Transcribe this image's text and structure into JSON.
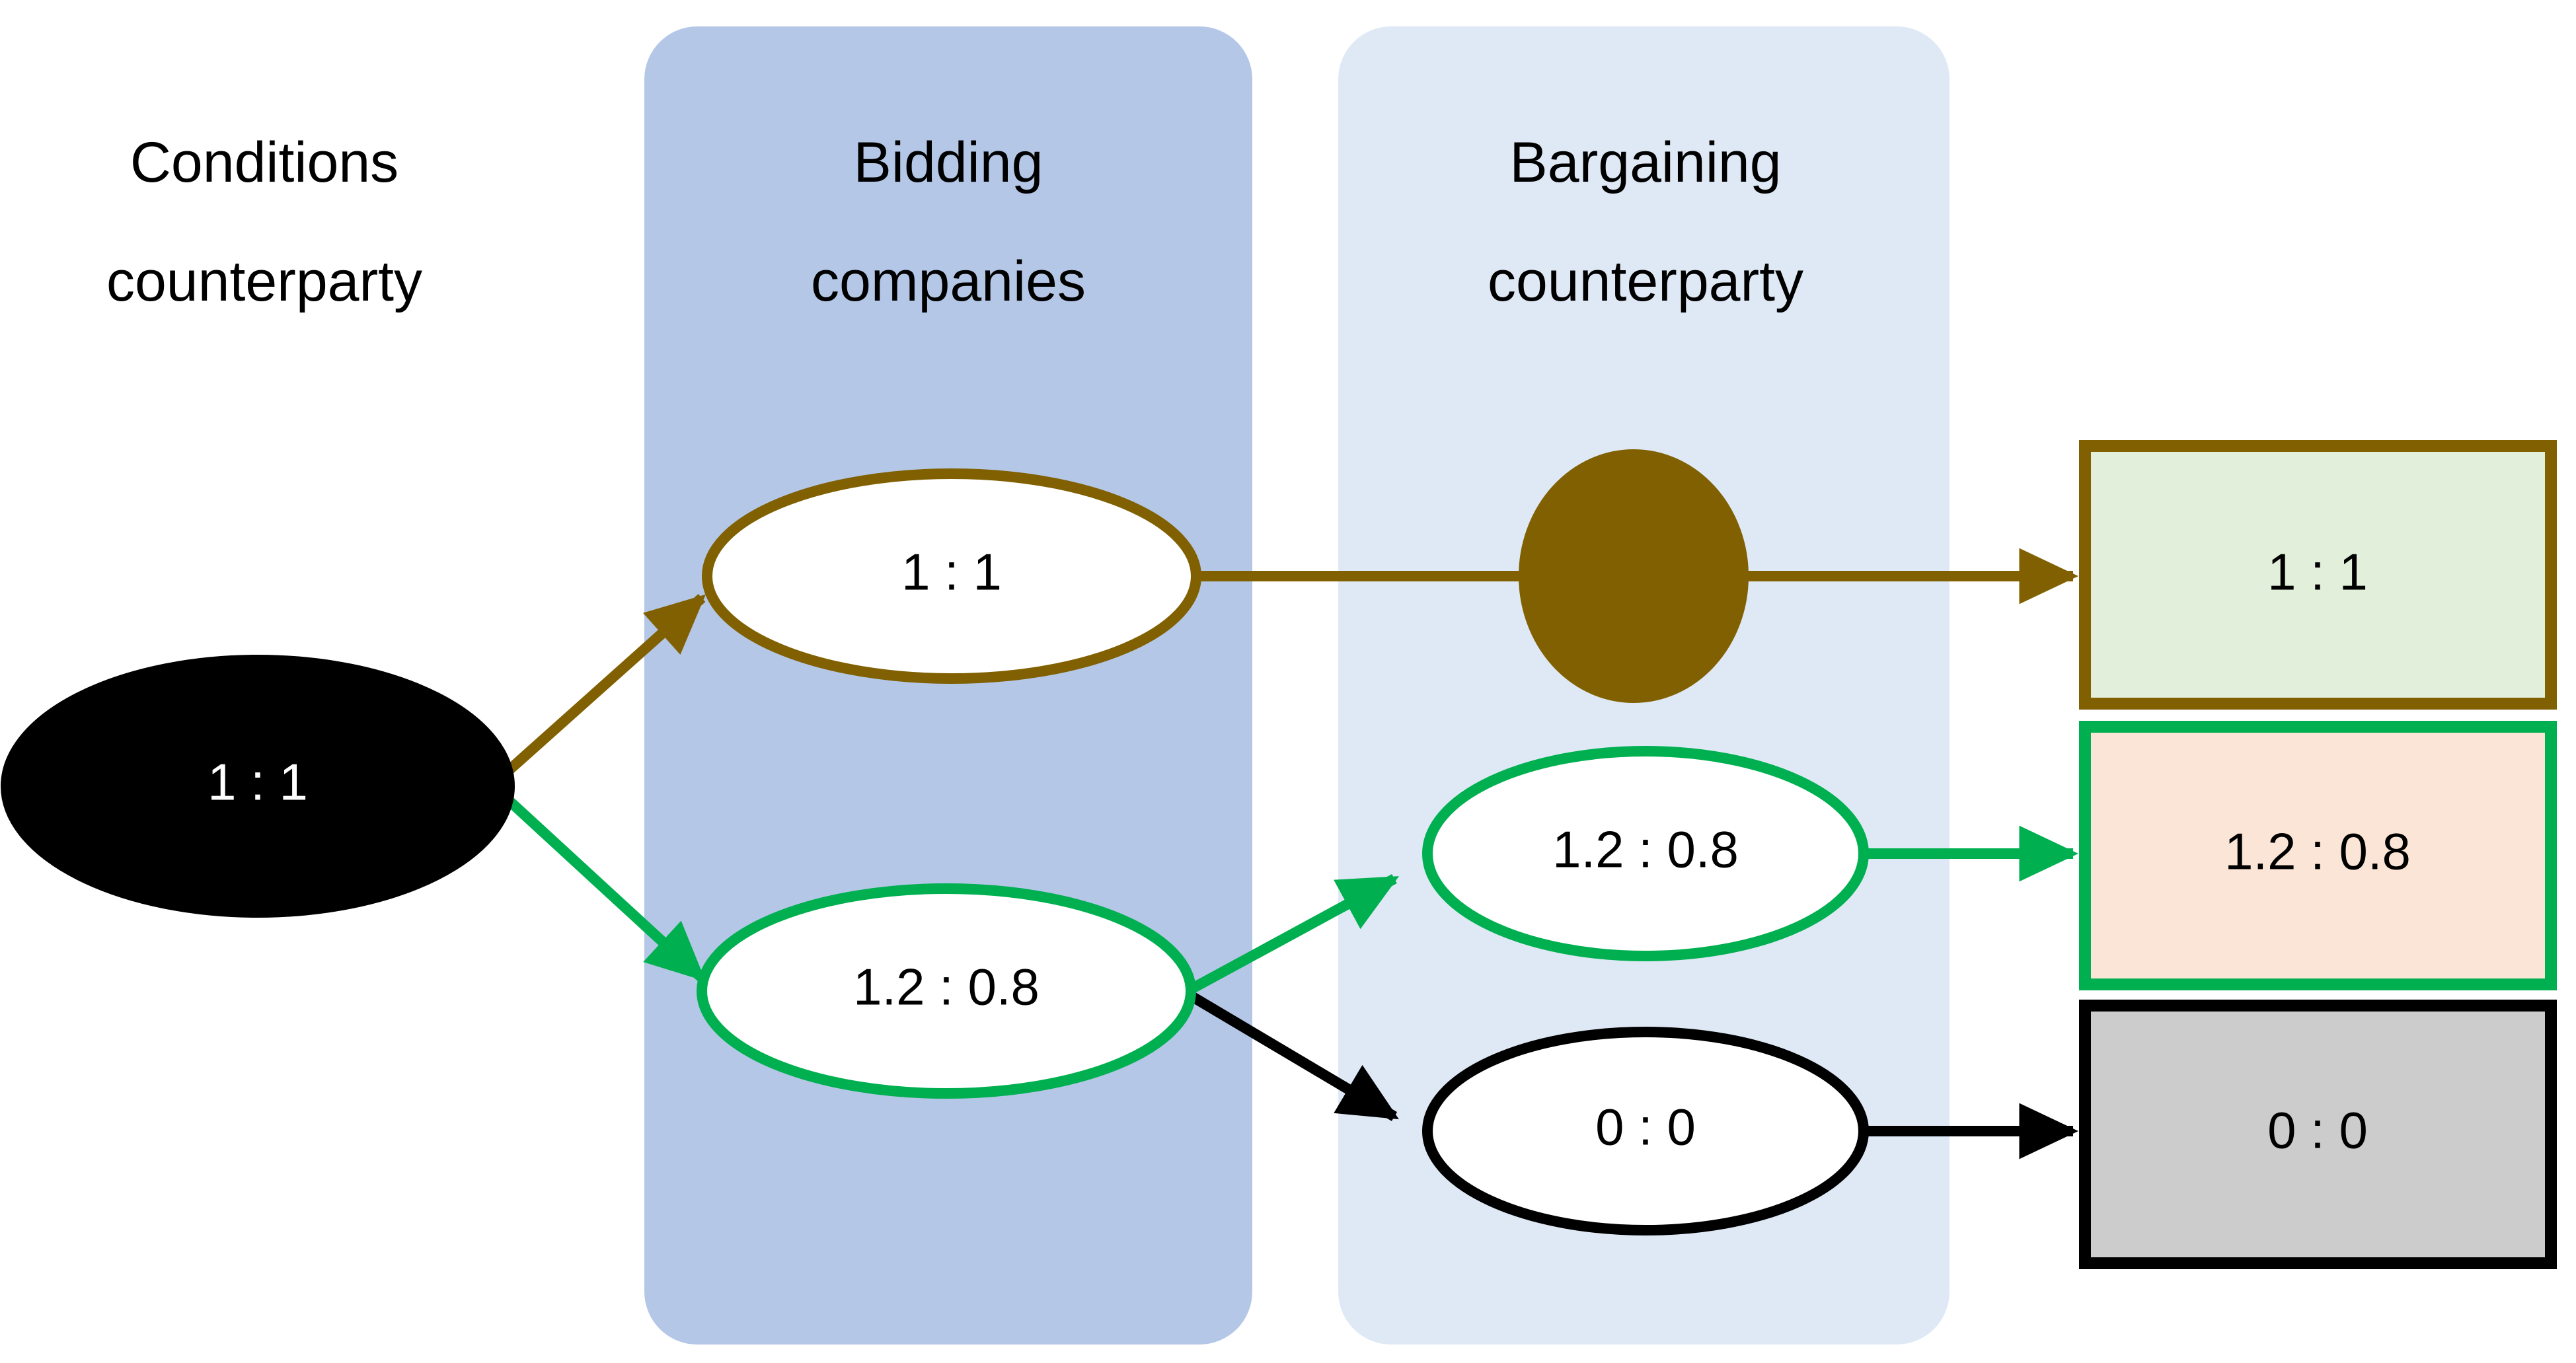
{
  "lanes": [
    {
      "id": "conditions",
      "line1": "Conditions",
      "line2": "counterparty",
      "fill": "none"
    },
    {
      "id": "bidding",
      "line1": "Bidding",
      "line2": "companies",
      "fill": "#b4c7e7"
    },
    {
      "id": "bargaining",
      "line1": "Bargaining",
      "line2": "counterparty",
      "fill": "#dfe9f6"
    }
  ],
  "nodes": {
    "root": {
      "label": "1 : 1",
      "shape": "ellipse",
      "fill": "#000000",
      "stroke": "#000000",
      "text_color": "#ffffff"
    },
    "bid_equal": {
      "label": "1 : 1",
      "shape": "ellipse",
      "fill": "#ffffff",
      "stroke": "#806000",
      "text_color": "#000000"
    },
    "bid_unequal": {
      "label": "1.2 : 0.8",
      "shape": "ellipse",
      "fill": "#ffffff",
      "stroke": "#00b050",
      "text_color": "#000000"
    },
    "bargain_accept": {
      "label": "",
      "shape": "circle",
      "fill": "#806000",
      "stroke": "#806000",
      "text_color": "#000000"
    },
    "bargain_unequal": {
      "label": "1.2 : 0.8",
      "shape": "ellipse",
      "fill": "#ffffff",
      "stroke": "#00b050",
      "text_color": "#000000"
    },
    "bargain_break": {
      "label": "0 : 0",
      "shape": "ellipse",
      "fill": "#ffffff",
      "stroke": "#000000",
      "text_color": "#000000"
    }
  },
  "outcomes": [
    {
      "id": "outcome-equal",
      "label": "1 : 1",
      "fill": "#e2efda",
      "stroke": "#806000"
    },
    {
      "id": "outcome-unequal",
      "label": "1.2 : 0.8",
      "fill": "#fbe5d6",
      "stroke": "#00b050"
    },
    {
      "id": "outcome-break",
      "label": "0 : 0",
      "fill": "#cccccc",
      "stroke": "#000000"
    }
  ],
  "edges": [
    {
      "id": "root-to-bid-equal",
      "color": "#806000"
    },
    {
      "id": "root-to-bid-unequal",
      "color": "#00b050"
    },
    {
      "id": "bid-equal-to-bargain-accept",
      "color": "#806000"
    },
    {
      "id": "bargain-accept-to-outcome",
      "color": "#806000"
    },
    {
      "id": "bid-unequal-to-bargain-unequal",
      "color": "#00b050"
    },
    {
      "id": "bid-unequal-to-bargain-break",
      "color": "#000000"
    },
    {
      "id": "bargain-unequal-to-outcome",
      "color": "#00b050"
    },
    {
      "id": "bargain-break-to-outcome",
      "color": "#000000"
    }
  ],
  "palette": {
    "olive": "#806000",
    "green": "#00b050",
    "black": "#000000",
    "lane_bidding": "#b4c7e7",
    "lane_bargaining": "#dfe9f6",
    "outcome_green_fill": "#e2efda",
    "outcome_peach_fill": "#fbe5d6",
    "outcome_gray_fill": "#cccccc",
    "background": "#ffffff"
  }
}
